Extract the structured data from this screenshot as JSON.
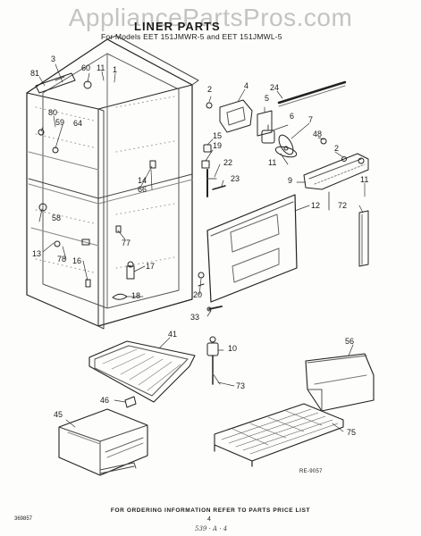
{
  "watermark": "AppliancePartsPros.com",
  "header": {
    "title": "LINER PARTS",
    "models": "For Models EET 151JMWR-5 and EET 151JMWL-5"
  },
  "callouts": {
    "c81": "81",
    "c3": "3",
    "c60": "60",
    "c11a": "11",
    "c1": "1",
    "c80": "80",
    "c59": "59",
    "c64": "64",
    "c14": "14",
    "c66": "66",
    "c58": "58",
    "c77": "77",
    "c13": "13",
    "c78": "78",
    "c16": "16",
    "c17": "17",
    "c18": "18",
    "c2a": "2",
    "c4": "4",
    "c24": "24",
    "c5": "5",
    "c6": "6",
    "c7": "7",
    "c48": "48",
    "c2b": "2",
    "c15": "15",
    "c19": "19",
    "c22": "22",
    "c23": "23",
    "c11b": "11",
    "c9": "9",
    "c11c": "11",
    "c12": "12",
    "c72": "72",
    "c20": "20",
    "c33": "33",
    "c41": "41",
    "c10": "10",
    "c73": "73",
    "c46": "46",
    "c45": "45",
    "c56": "56",
    "c75": "75"
  },
  "footer": {
    "ordering_note": "FOR ORDERING INFORMATION REFER TO PARTS PRICE LIST",
    "doc_id": "369857",
    "page_number": "4",
    "ref_code": "RE-9057",
    "handwritten": "539 · A · 4"
  }
}
